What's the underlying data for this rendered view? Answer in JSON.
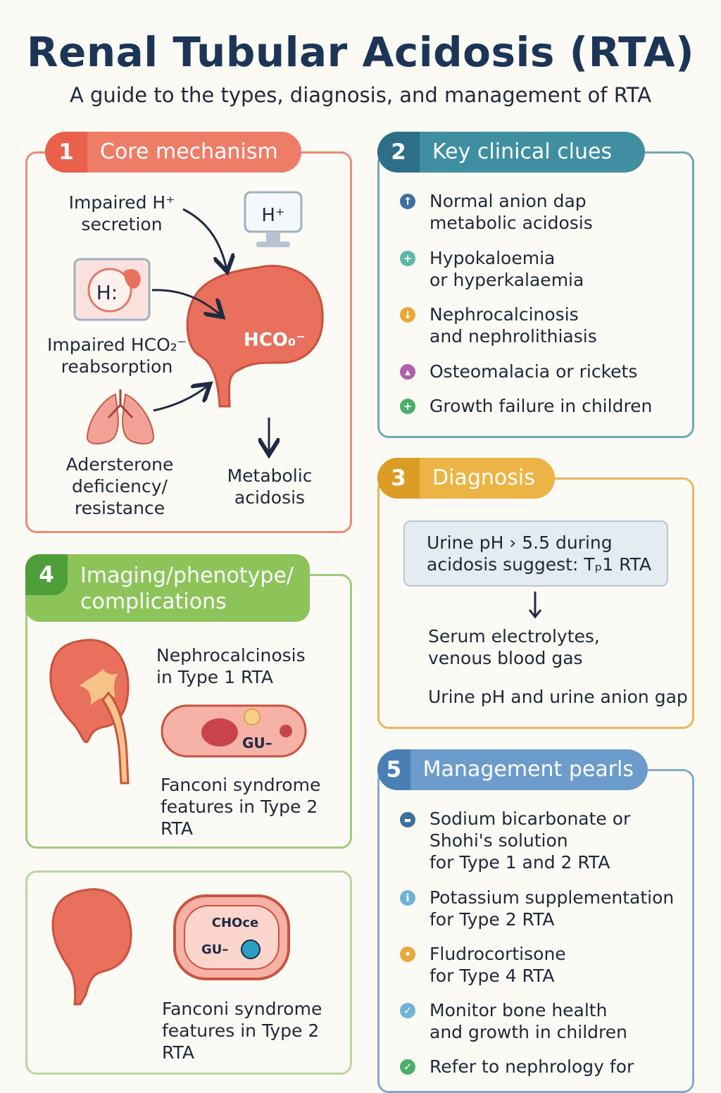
{
  "header": {
    "title": "Renal Tubular Acidosis (RTA)",
    "subtitle": "A guide to the types, diagnosis, and management of RTA"
  },
  "colors": {
    "core": "#ec6b56",
    "clues": "#3b8a9e",
    "diagnosis": "#e8a93a",
    "imaging": "#7fbf4d",
    "management": "#5b8fc4",
    "kidney": "#e8705d"
  },
  "panel1": {
    "num": "1",
    "label": "Core mechanism",
    "impaired_h": "Impaired H⁺\nsecretion",
    "monitor_text": "H⁺",
    "cell_text": "H:",
    "impaired_hco": "Impaired HCO₂⁻\nreabsorption",
    "kidney_text": "HCO₀⁻",
    "aldosterone": "Adersterone\ndeficiency/\nresistance",
    "outcome": "Metabolic\nacidosis"
  },
  "panel2": {
    "num": "2",
    "label": "Key clinical clues",
    "items": [
      {
        "text": "Normal anion dap\nmetabolic acidosis",
        "icon": "arrow-up-icon",
        "glyph": "↑",
        "color": "#3b6f9e"
      },
      {
        "text": "Hypokaloemia\nor hyperkalaemia",
        "icon": "plus-icon",
        "glyph": "+",
        "color": "#5ab8a6"
      },
      {
        "text": "Nephrocalcinosis\nand nephrolithiasis",
        "icon": "arrow-down-icon",
        "glyph": "↓",
        "color": "#e8a93a"
      },
      {
        "text": "Osteomalacia or rickets",
        "icon": "bone-icon",
        "glyph": "▴",
        "color": "#b060a8"
      },
      {
        "text": "Growth failure in children",
        "icon": "plus-icon",
        "glyph": "+",
        "color": "#4cae6a"
      }
    ]
  },
  "panel3": {
    "num": "3",
    "label": "Diagnosis",
    "box_text": "Urine pH › 5.5 during\nacidosis suggest: Tₚ1 RTA",
    "step1": "Serum electrolytes,\nvenous blood gas",
    "step2": "Urine pH and urine anion gap"
  },
  "panel4": {
    "num": "4",
    "label": "Imaging/phenotype/\ncomplications",
    "nephro": "Nephrocalcinosis\nin Type 1 RTA",
    "cell_label": "GU–",
    "fanconi": "Fanconi syndrome\nfeatures in Type 2\nRTA"
  },
  "panel4b": {
    "cell_top": "CHOce",
    "cell_bottom": "GU–",
    "fanconi": "Fanconi syndrome\nfeatures in Type 2\nRTA"
  },
  "panel5": {
    "num": "5",
    "label": "Management pearls",
    "items": [
      {
        "text": "Sodium bicarbonate or\nShohi's solution\nfor Type 1 and 2  RTA",
        "icon": "pill-icon",
        "glyph": "▬",
        "color": "#3b6f9e"
      },
      {
        "text": "Potassium supplementation\nfor Type 2 RTA",
        "icon": "info-icon",
        "glyph": "i",
        "color": "#6fb3d6"
      },
      {
        "text": "Fludrocortisone\nfor Type 4 RTA",
        "icon": "bulb-icon",
        "glyph": "•",
        "color": "#e8a93a"
      },
      {
        "text": "Monitor bone health\nand growth in children",
        "icon": "check-icon",
        "glyph": "✓",
        "color": "#6fb3d6"
      },
      {
        "text": "Refer to nephrology for",
        "icon": "check-icon",
        "glyph": "✓",
        "color": "#4cae6a"
      }
    ]
  }
}
